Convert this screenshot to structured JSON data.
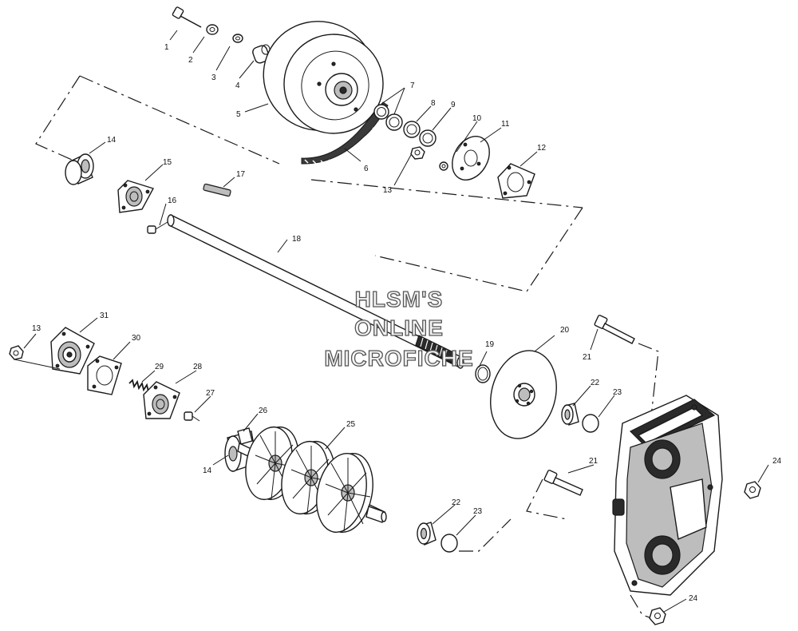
{
  "watermark": {
    "line1": "HLSM'S",
    "line2": "ONLINE",
    "line3": "MICROFICHE"
  },
  "callouts": {
    "c1": "1",
    "c2": "2",
    "c3": "3",
    "c4": "4",
    "c5": "5",
    "c6": "6",
    "c7": "7",
    "c8": "8",
    "c9": "9",
    "c10": "10",
    "c11": "11",
    "c12": "12",
    "c13a": "13",
    "c13b": "13",
    "c14a": "14",
    "c14b": "14",
    "c15": "15",
    "c16": "16",
    "c17": "17",
    "c18": "18",
    "c19": "19",
    "c20": "20",
    "c21a": "21",
    "c21b": "21",
    "c22a": "22",
    "c22b": "22",
    "c23a": "23",
    "c23b": "23",
    "c24a": "24",
    "c24b": "24",
    "c25": "25",
    "c26": "26",
    "c27": "27",
    "c28": "28",
    "c29": "29",
    "c30": "30",
    "c31": "31"
  }
}
